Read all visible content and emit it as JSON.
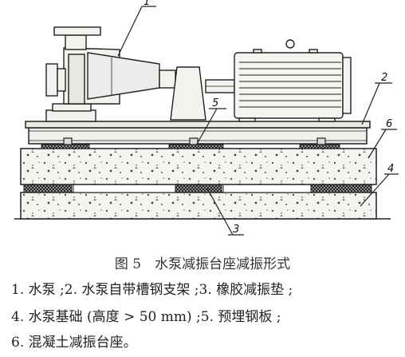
{
  "labels": [
    "1",
    "2",
    "3",
    "4",
    "5",
    "6"
  ],
  "caption": "图 5　水泵减振台座减振形式",
  "legend": [
    "1. 水泵 ;2. 水泵自带槽钢支架 ;3. 橡胶减振垫 ;",
    "4. 水泵基础 (高度 > 50 mm) ;5. 预埋钢板 ;",
    "6. 混凝土减振台座。"
  ]
}
